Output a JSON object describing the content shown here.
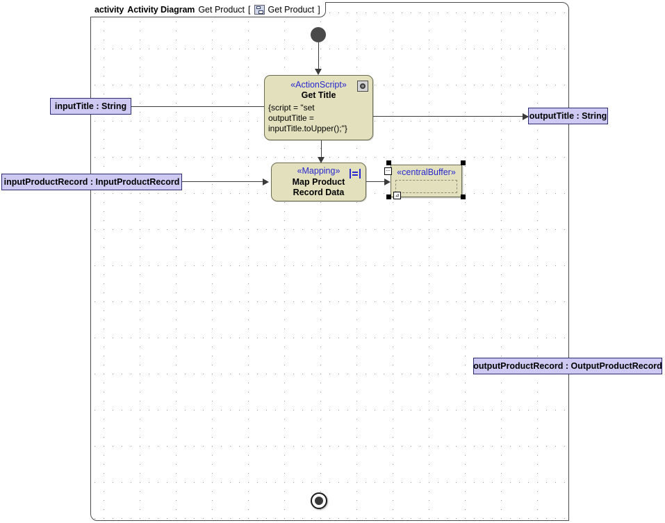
{
  "frame": {
    "keyword": "activity",
    "diagram_type": "Activity Diagram",
    "diagram_name": "Get Product",
    "bracket_open": "[",
    "bracket_close": "]",
    "qualified_name": "Get Product",
    "icon": "activity-diagram-icon"
  },
  "nodes": {
    "initial": {
      "name": "initial-node"
    },
    "final": {
      "name": "activity-final-node"
    },
    "get_title": {
      "stereotype": "«ActionScript»",
      "name": "Get Title",
      "body_lines": [
        "{script = \"set",
        "outputTitle =",
        "inputTitle.toUpper();\"}"
      ],
      "icon": "script-icon"
    },
    "map_product": {
      "stereotype": "«Mapping»",
      "name_line1": "Map Product",
      "name_line2": "Record Data",
      "icon": "mapping-icon"
    },
    "central_buffer": {
      "stereotype": "«centralBuffer»",
      "selected": true
    }
  },
  "parameters": {
    "input_title": "inputTitle : String",
    "input_product_record": "inputProductRecord : InputProductRecord",
    "output_title": "outputTitle : String",
    "output_product_record": "outputProductRecord : OutputProductRecord"
  },
  "colors": {
    "action_fill": "#e3e1bd",
    "action_border": "#6b6b52",
    "param_fill": "#cdc9f2",
    "param_border": "#2a2a6e",
    "stereotype_text": "#2727d0",
    "edge": "#3a3a3a",
    "frame_border": "#4a4a4a",
    "grid_dot": "#9a9a9a"
  }
}
